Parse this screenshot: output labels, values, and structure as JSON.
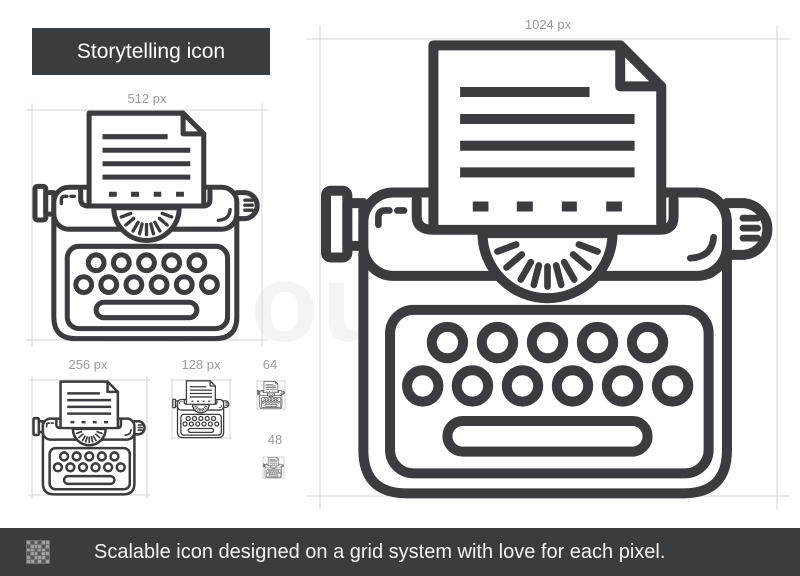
{
  "title": "Storytelling icon",
  "watermark": "colourbox",
  "sizes": {
    "s1024": "1024 px",
    "s512": "512 px",
    "s256": "256 px",
    "s128": "128 px",
    "s64": "64",
    "s48": "48"
  },
  "footer": {
    "text": "Scalable icon designed on a grid system with love for each pixel.",
    "icon": "pixel-grid-icon"
  },
  "colors": {
    "dark": "#3a3d40",
    "stroke": "#3a3c3f",
    "frame": "#d4d4d4"
  }
}
